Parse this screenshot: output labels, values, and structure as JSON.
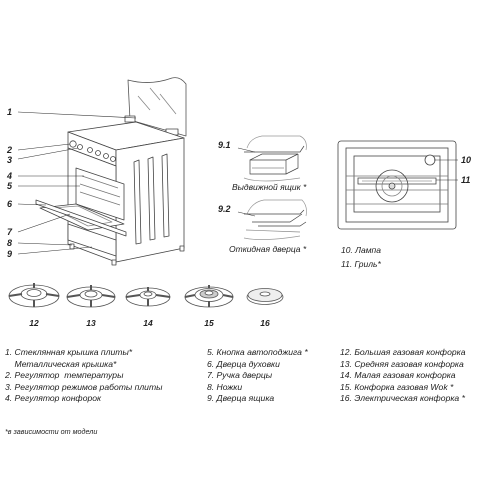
{
  "callouts": [
    {
      "id": "1",
      "label": "1"
    },
    {
      "id": "2",
      "label": "2"
    },
    {
      "id": "3",
      "label": "3"
    },
    {
      "id": "4",
      "label": "4"
    },
    {
      "id": "5",
      "label": "5"
    },
    {
      "id": "6",
      "label": "6"
    },
    {
      "id": "7",
      "label": "7"
    },
    {
      "id": "8",
      "label": "8"
    },
    {
      "id": "9",
      "label": "9"
    }
  ],
  "drawer_insets": {
    "pull_out": {
      "num": "9.1",
      "caption": "Выдвижной ящик *"
    },
    "hinged": {
      "num": "9.2",
      "caption": "Откидная дверца *"
    }
  },
  "oven_view": {
    "num_lamp": "10",
    "num_grill": "11",
    "lamp_caption": "10. Лампа",
    "grill_caption": "11. Гриль*"
  },
  "burners": [
    {
      "num": "12"
    },
    {
      "num": "13"
    },
    {
      "num": "14"
    },
    {
      "num": "15"
    },
    {
      "num": "16"
    }
  ],
  "legend": {
    "col1": [
      "1. Стеклянная крышка плиты*",
      "    Металлическая крышка*",
      "2. Регулятор  температуры",
      "3. Регулятор режимов работы плиты",
      "4. Регулятор конфорок"
    ],
    "col2": [
      "5. Кнопка автоподжига *",
      "6. Дверца духовки",
      "7. Ручка дверцы",
      "8. Ножки",
      "9. Дверца ящика"
    ],
    "col3": [
      "12. Большая газовая конфорка",
      "13. Средняя газовая конфорка",
      "14. Малая газовая конфорка",
      "15. Конфорка газовая Wok *",
      "16. Электрическая конфорка *"
    ]
  },
  "footnote": "*в зависимости от модели"
}
